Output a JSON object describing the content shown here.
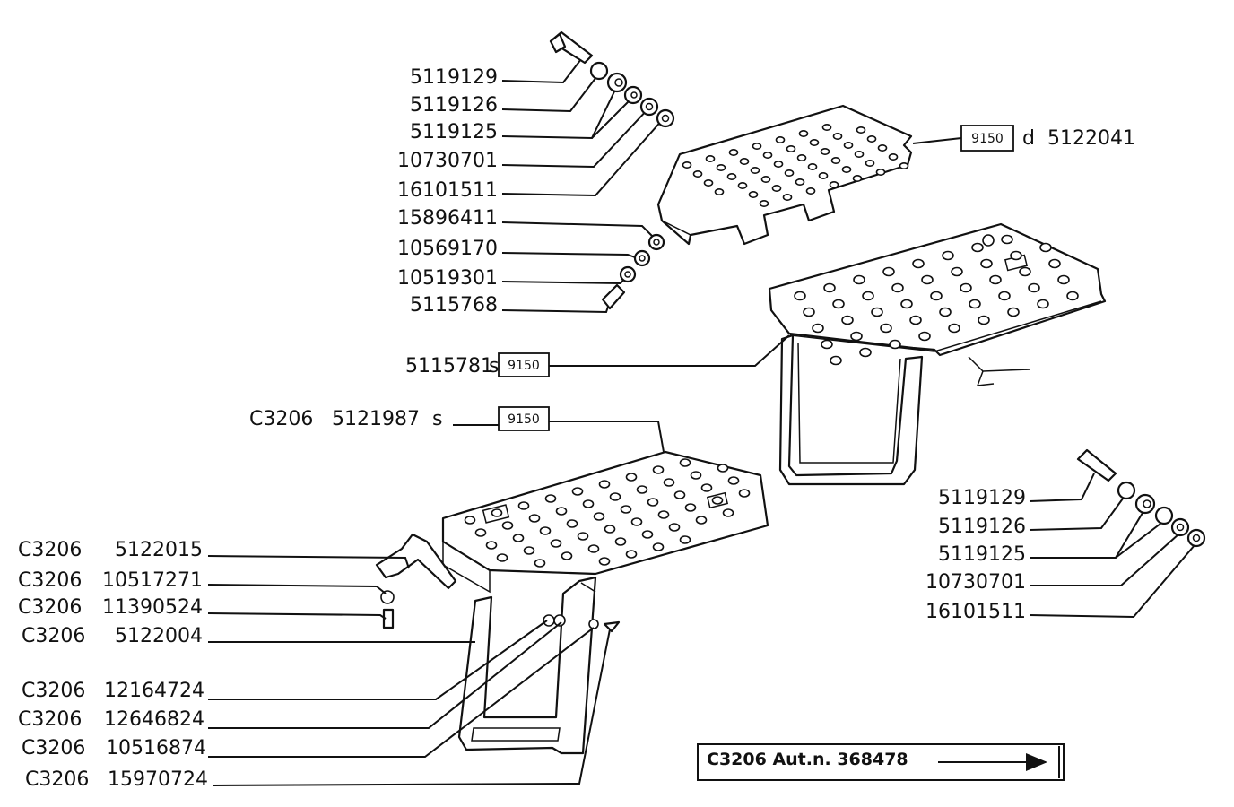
{
  "top_group": {
    "labels": [
      "5119129",
      "5119126",
      "5119125",
      "10730701",
      "16101511",
      "15896411",
      "10569170",
      "10519301",
      "5115768"
    ],
    "plate_box": "9150",
    "plate_suffix": "d",
    "plate_code": "5122041"
  },
  "middle": {
    "step_code": "5115781",
    "step_suffix": "s",
    "step_box": "9150",
    "step2_prefix": "C3206",
    "step2_code": "5121987",
    "step2_suffix": "s",
    "step2_box": "9150"
  },
  "right_group": {
    "labels": [
      "5119129",
      "5119126",
      "5119125",
      "10730701",
      "16101511"
    ]
  },
  "bottom_left": {
    "rows": [
      {
        "prefix": "C3206",
        "code": "5122015"
      },
      {
        "prefix": "C3206",
        "code": "10517271"
      },
      {
        "prefix": "C3206",
        "code": "11390524"
      },
      {
        "prefix": "C3206",
        "code": "5122004"
      },
      {
        "prefix": "C3206",
        "code": "12164724"
      },
      {
        "prefix": "C3206",
        "code": "12646824"
      },
      {
        "prefix": "C3206",
        "code": "10516874"
      },
      {
        "prefix": "C3206",
        "code": "15970724"
      }
    ]
  },
  "footer_box": {
    "text": "C3206 Aut.n. 368478"
  }
}
